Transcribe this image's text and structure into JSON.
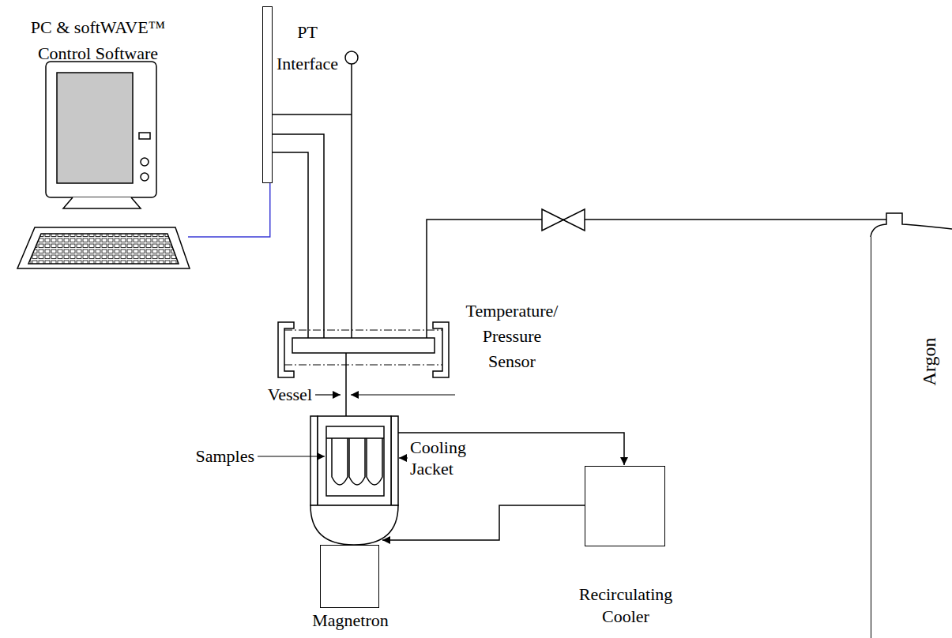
{
  "diagram": {
    "nodes": [
      {
        "text": [
          "PC & softWAVE™ Control Software"
        ]
      },
      {
        "text": [
          "PT Interface"
        ]
      },
      {
        "text": [
          "Argon"
        ]
      },
      {
        "text": [
          "Magnetron"
        ]
      },
      {
        "text": [
          "Recirculating Cooler"
        ]
      }
    ],
    "edges": [
      {
        "from": 0,
        "to": 1,
        "arrow": "none"
      }
    ],
    "labels": [
      "Vessel",
      "Temperature/ Pressure Sensor",
      "Samples",
      "Cooling Jacket"
    ]
  }
}
